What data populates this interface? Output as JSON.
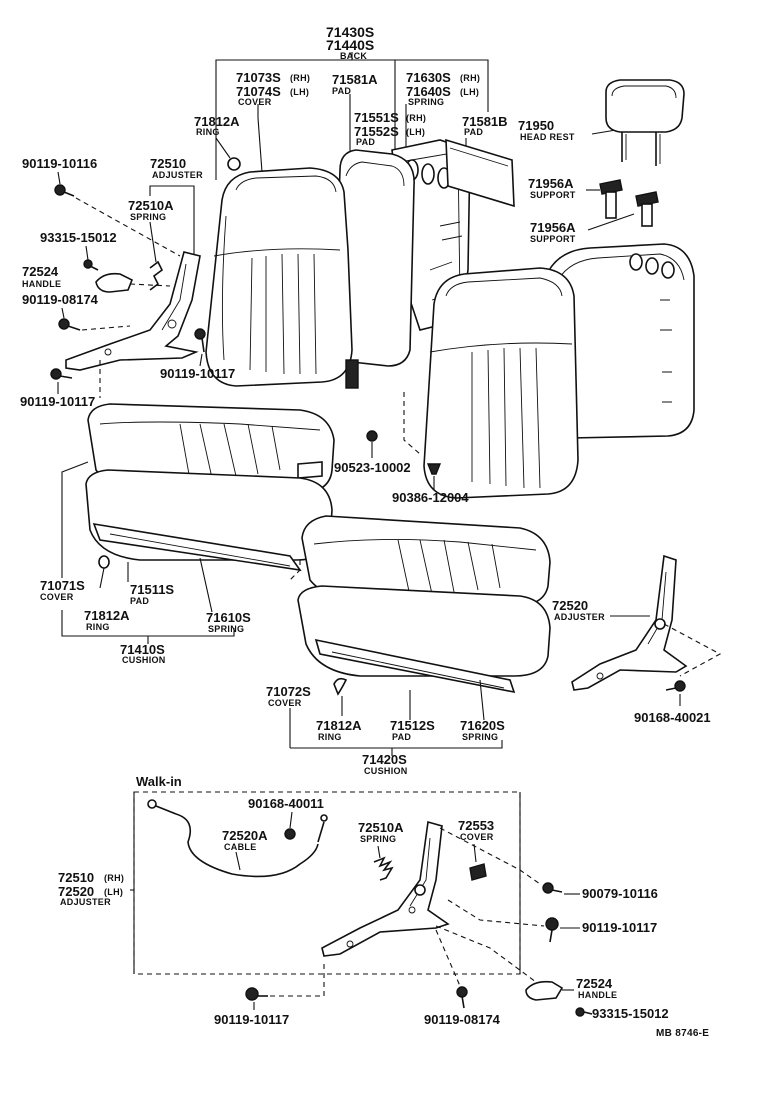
{
  "labels": {
    "back_pn1": "71430S",
    "back_pn2": "71440S",
    "back_nm": "BACK",
    "cover_pn1": "71073S",
    "cover_pn1_side": "(RH)",
    "cover_pn2": "71074S",
    "cover_pn2_side": "(LH)",
    "cover_nm": "COVER",
    "pad_pn": "71581A",
    "pad_nm": "PAD",
    "spring_pn1": "71630S",
    "spring_pn1_side": "(RH)",
    "spring_pn2": "71640S",
    "spring_pn2_side": "(LH)",
    "spring_nm": "SPRING",
    "ring_top_pn": "71812A",
    "ring_top_nm": "RING",
    "pad2_pn1": "71551S",
    "pad2_pn1_side": "(RH)",
    "pad2_pn2": "71552S",
    "pad2_pn2_side": "(LH)",
    "pad2_nm": "PAD",
    "pad3_pn": "71581B",
    "pad3_nm": "PAD",
    "headrest_pn": "71950",
    "headrest_nm": "HEAD REST",
    "support1_pn": "71956A",
    "support1_nm": "SUPPORT",
    "support2_pn": "71956A",
    "support2_nm": "SUPPORT",
    "bolt_a": "90119-10116",
    "adjuster_pn": "72510",
    "adjuster_nm": "ADJUSTER",
    "spring_a_pn": "72510A",
    "spring_a_nm": "SPRING",
    "screw_a": "93315-15012",
    "handle_pn": "72524",
    "handle_nm": "HANDLE",
    "bolt_b": "90119-08174",
    "bolt_c": "90119-10117",
    "bolt_d": "90119-10117",
    "nut_a": "90523-10002",
    "clip_a": "90386-12004",
    "cover_l_pn": "71071S",
    "cover_l_nm": "COVER",
    "pad_l_pn": "71511S",
    "pad_l_nm": "PAD",
    "ring_l_pn": "71812A",
    "ring_l_nm": "RING",
    "spring_l_pn": "71610S",
    "spring_l_nm": "SPRING",
    "cushion_l_pn": "71410S",
    "cushion_l_nm": "CUSHION",
    "adjuster_r_pn": "72520",
    "adjuster_r_nm": "ADJUSTER",
    "screw_b": "90168-40021",
    "cover_r_pn": "71072S",
    "cover_r_nm": "COVER",
    "ring_r_pn": "71812A",
    "ring_r_nm": "RING",
    "pad_r_pn": "71512S",
    "pad_r_nm": "PAD",
    "spring_r_pn": "71620S",
    "spring_r_nm": "SPRING",
    "cushion_r_pn": "71420S",
    "cushion_r_nm": "CUSHION",
    "walkin_title": "Walk-in",
    "screw_c": "90168-40011",
    "cable_pn": "72520A",
    "cable_nm": "CABLE",
    "spring_w_pn": "72510A",
    "spring_w_nm": "SPRING",
    "cover_w_pn": "72553",
    "cover_w_nm": "COVER",
    "adj_w_pn1": "72510",
    "adj_w_pn1_side": "(RH)",
    "adj_w_pn2": "72520",
    "adj_w_pn2_side": "(LH)",
    "adj_w_nm": "ADJUSTER",
    "bolt_w1": "90079-10116",
    "bolt_w2": "90119-10117",
    "handle_w_pn": "72524",
    "handle_w_nm": "HANDLE",
    "screw_w": "93315-15012",
    "bolt_w3": "90119-10117",
    "bolt_w4": "90119-08174",
    "diagram_id": "MB 8746-E"
  }
}
